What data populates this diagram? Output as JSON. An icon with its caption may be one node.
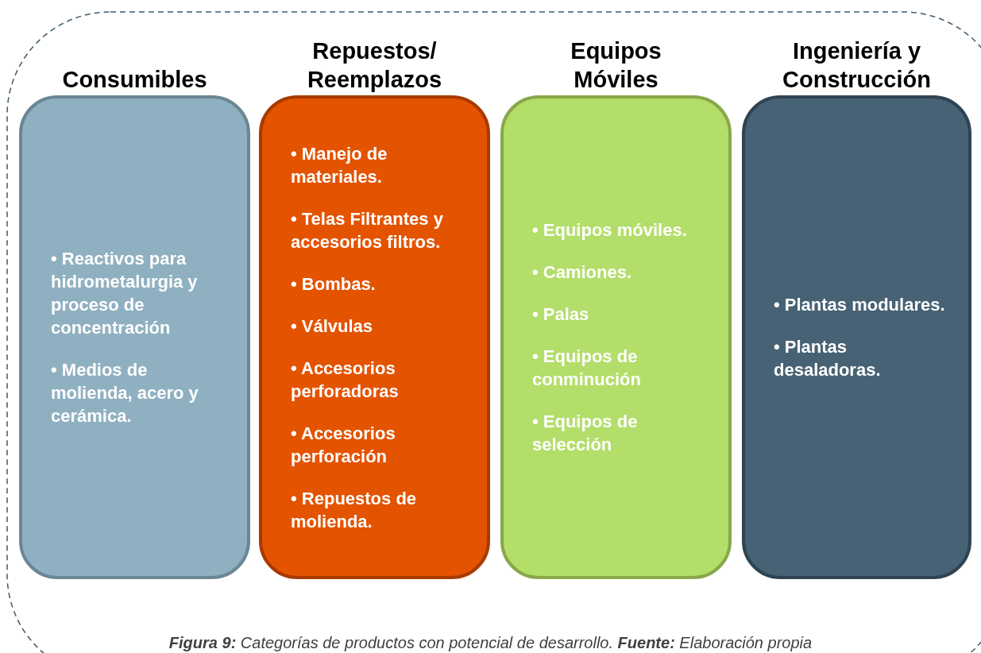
{
  "diagram": {
    "caption": "**Figura 9:** Categorías de productos con potencial de desarrollo. **Fuente:** Elaboración propia",
    "nodes": [
      {
        "text": [
          "Consumibles",
          "• Reactivos para hidrometalurgia y proceso de concentración",
          "• Medios de molienda, acero y cerámica."
        ]
      },
      {
        "text": [
          "Repuestos/ Reemplazos",
          "• Manejo de materiales.",
          "• Telas Filtrantes y accesorios filtros.",
          "• Bombas.",
          "• Válvulas",
          "• Accesorios perforadoras",
          "• Accesorios perforación",
          "• Repuestos de molienda."
        ]
      },
      {
        "text": [
          "Equipos Móviles",
          "• Equipos móviles.",
          "• Camiones.",
          "• Palas",
          "• Equipos de conminución",
          "• Equipos de selección"
        ]
      },
      {
        "text": [
          "Ingeniería y Construcción",
          "• Plantas modulares.",
          "• Plantas desaladoras."
        ]
      }
    ],
    "edges": []
  }
}
